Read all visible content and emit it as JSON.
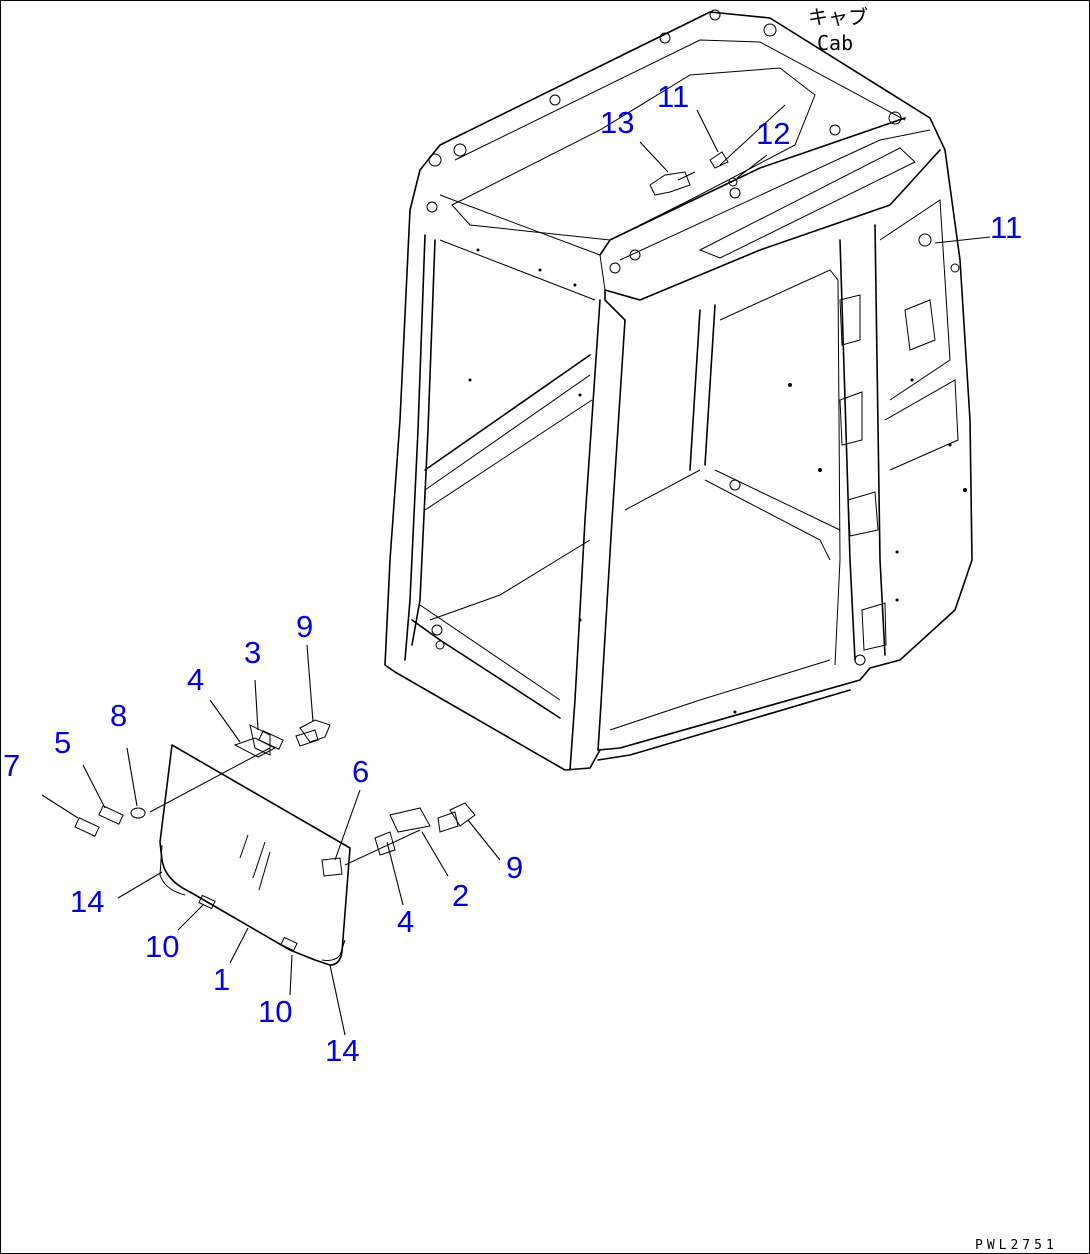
{
  "cab_label": {
    "jp": "キャブ",
    "en": "Cab"
  },
  "drawing_ref": "PWL2751",
  "callouts": {
    "c1": "1",
    "c2": "2",
    "c3": "3",
    "c4a": "4",
    "c4b": "4",
    "c5": "5",
    "c6": "6",
    "c7": "7",
    "c8": "8",
    "c9a": "9",
    "c9b": "9",
    "c10a": "10",
    "c10b": "10",
    "c11a": "11",
    "c11b": "11",
    "c12": "12",
    "c13": "13",
    "c14a": "14",
    "c14b": "14"
  }
}
